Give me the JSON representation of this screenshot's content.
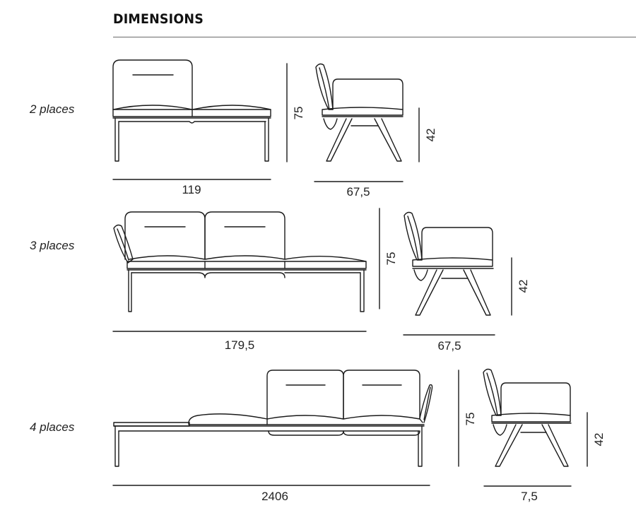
{
  "header": {
    "title": "DIMENSIONS"
  },
  "rows": [
    {
      "label": "2 places",
      "front_width": "119",
      "height": "75",
      "side_depth": "67,5",
      "seat_height": "42"
    },
    {
      "label": "3 places",
      "front_width": "179,5",
      "height": "75",
      "side_depth": "67,5",
      "seat_height": "42"
    },
    {
      "label": "4 places",
      "front_width": "2406",
      "height": "75",
      "side_depth": "7,5",
      "seat_height": "42"
    }
  ],
  "colors": {
    "line": "#1a1a1a",
    "rule": "#6a6a6a"
  }
}
